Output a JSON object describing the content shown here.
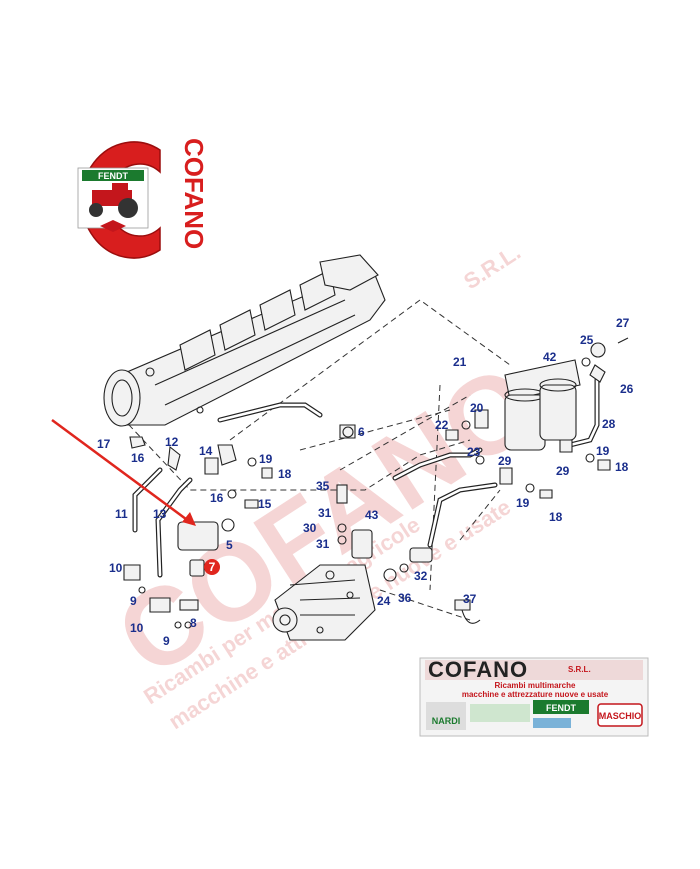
{
  "logo": {
    "letter": "C",
    "brand_top": "FENDT",
    "wordmark": "COFANO"
  },
  "watermark": {
    "big": "COFANO",
    "srl": "S.R.L.",
    "line1": "Ricambi per macchine agricole",
    "line2": "macchine e attrezzature nuove e usate"
  },
  "banner": {
    "title": "COFANO",
    "title_suffix": "S.R.L.",
    "sub1": "Ricambi multimarche",
    "sub2": "macchine e attrezzature nuove e usate",
    "brands": [
      "NARDI",
      "FENDT",
      "MASCHIO"
    ]
  },
  "callouts": [
    {
      "id": "c27",
      "text": "27"
    },
    {
      "id": "c25",
      "text": "25"
    },
    {
      "id": "c42",
      "text": "42"
    },
    {
      "id": "c26",
      "text": "26"
    },
    {
      "id": "c21",
      "text": "21"
    },
    {
      "id": "c20",
      "text": "20"
    },
    {
      "id": "c22",
      "text": "22"
    },
    {
      "id": "c28",
      "text": "28"
    },
    {
      "id": "c6",
      "text": "6"
    },
    {
      "id": "c17",
      "text": "17"
    },
    {
      "id": "c12",
      "text": "12"
    },
    {
      "id": "c14",
      "text": "14"
    },
    {
      "id": "c16a",
      "text": "16"
    },
    {
      "id": "c19a",
      "text": "19"
    },
    {
      "id": "c18a",
      "text": "18"
    },
    {
      "id": "c23",
      "text": "23"
    },
    {
      "id": "c29a",
      "text": "29"
    },
    {
      "id": "c29b",
      "text": "29"
    },
    {
      "id": "c19b",
      "text": "19"
    },
    {
      "id": "c18b",
      "text": "18"
    },
    {
      "id": "c35",
      "text": "35"
    },
    {
      "id": "c16b",
      "text": "16"
    },
    {
      "id": "c15",
      "text": "15"
    },
    {
      "id": "c19c",
      "text": "19"
    },
    {
      "id": "c18c",
      "text": "18"
    },
    {
      "id": "c11",
      "text": "11"
    },
    {
      "id": "c13",
      "text": "13"
    },
    {
      "id": "c31a",
      "text": "31"
    },
    {
      "id": "c43",
      "text": "43"
    },
    {
      "id": "c30",
      "text": "30"
    },
    {
      "id": "c31b",
      "text": "31"
    },
    {
      "id": "c5",
      "text": "5"
    },
    {
      "id": "c10a",
      "text": "10"
    },
    {
      "id": "c32",
      "text": "32"
    },
    {
      "id": "c9a",
      "text": "9"
    },
    {
      "id": "c24",
      "text": "24"
    },
    {
      "id": "c36",
      "text": "36"
    },
    {
      "id": "c37",
      "text": "37"
    },
    {
      "id": "c10b",
      "text": "10"
    },
    {
      "id": "c8",
      "text": "8"
    },
    {
      "id": "c9b",
      "text": "9"
    }
  ],
  "highlight": {
    "text": "7",
    "color": "#e0261e"
  },
  "colors": {
    "callout": "#1a2e8c",
    "arrow": "#e0261e",
    "brand_red": "#d81e1e",
    "fendt_green": "#1b7a2e"
  }
}
